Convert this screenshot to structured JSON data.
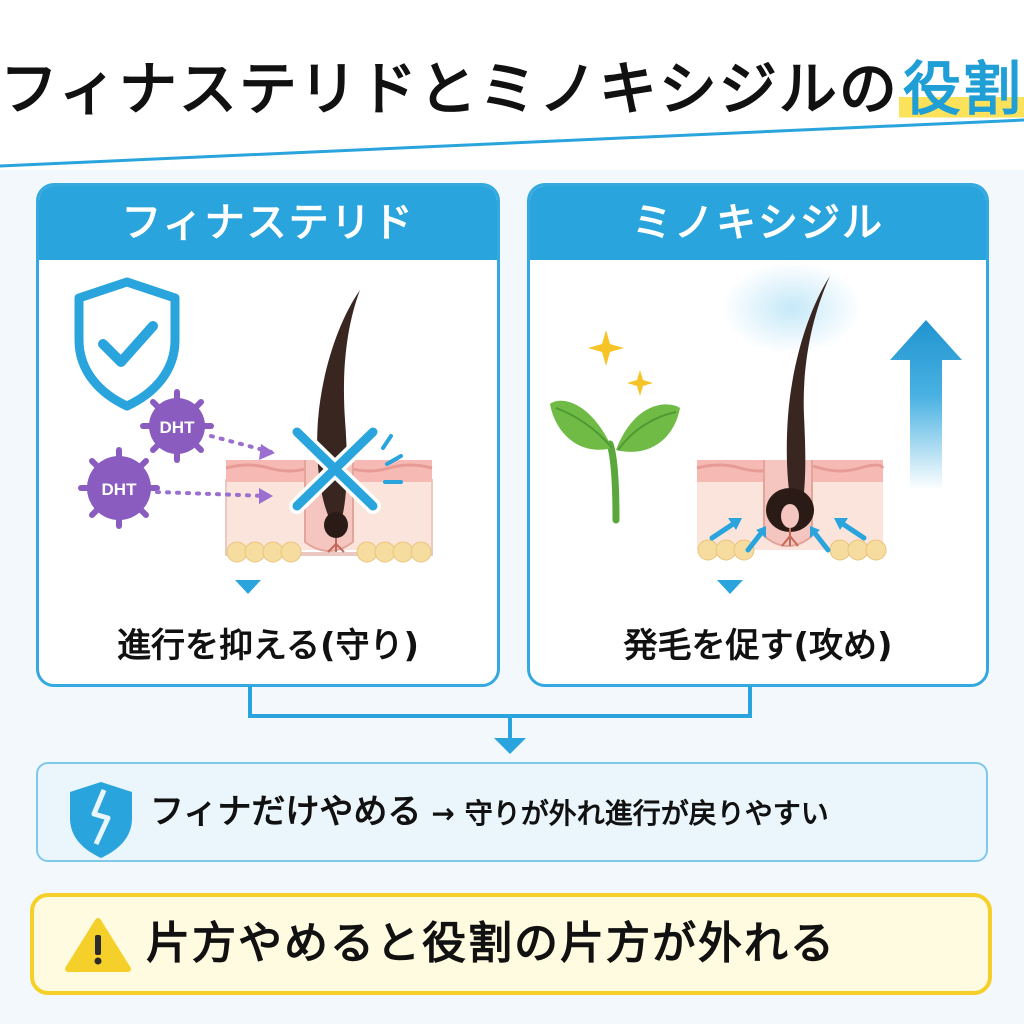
{
  "title": {
    "main": "フィナステリドとミノキシジルの",
    "highlight": "役割"
  },
  "colors": {
    "accent": "#2aa4dd",
    "highlight_bar": "#fbe25a",
    "dht_purple": "#8a5cc0",
    "alert_yellow": "#f6d02a",
    "leaf_green": "#6fbb45"
  },
  "finasteride": {
    "header": "フィナステリド",
    "dht_labels": [
      "DHT",
      "DHT"
    ],
    "caption": "進行を抑える(守り)"
  },
  "minoxidil": {
    "header": "ミノキシジル",
    "caption": "発毛を促す(攻め)"
  },
  "warning": {
    "lead": "フィナだけやめる",
    "arrow": "→",
    "result": "守りが外れ進行が戻りやすい"
  },
  "alert": {
    "text": "片方やめると役割の片方が外れる"
  },
  "icons": {
    "title_left": "shield-check-icon",
    "block": "cross-mark-icon",
    "growth": "sprout-icon",
    "up": "up-arrow-icon",
    "broken_shield": "broken-shield-icon",
    "alert": "warning-triangle-icon"
  }
}
